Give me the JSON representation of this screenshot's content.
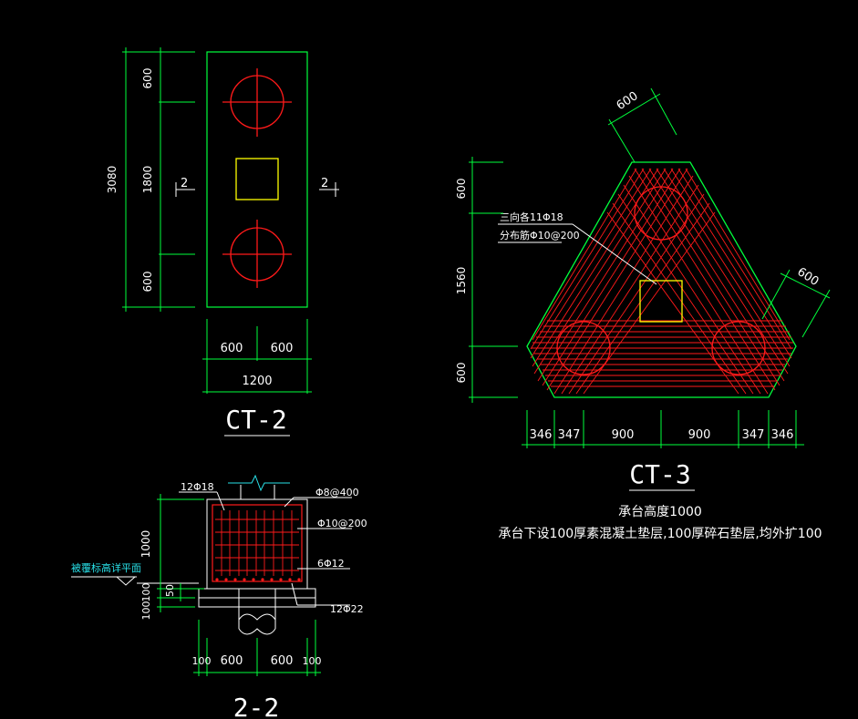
{
  "ct2": {
    "title": "CT-2",
    "dims_vertical": {
      "total": "3080",
      "top": "600",
      "mid": "1800",
      "bottom": "600"
    },
    "dims_horizontal": {
      "left": "600",
      "right": "600",
      "total": "1200"
    },
    "section_mark": "2"
  },
  "ct3": {
    "title": "CT-3",
    "dims_vertical": {
      "top": "600",
      "mid": "1560",
      "bottom": "600"
    },
    "dims_horizontal": [
      "346",
      "347",
      "900",
      "900",
      "347",
      "346"
    ],
    "dim_top_left": "600",
    "dim_right": "600",
    "rebar_label_1": "三向各11Φ18",
    "rebar_label_2": "分布筋Φ10@200",
    "note_1": "承台高度1000",
    "note_2": "承台下设100厚素混凝土垫层,100厚碎石垫层,均外扩100"
  },
  "section22": {
    "title": "2-2",
    "labels": {
      "top_bars": "12Φ18",
      "stirrup": "Φ8@400",
      "side_bars": "Φ10@200",
      "bottom_a": "6Φ12",
      "bottom_b": "12Φ22",
      "ground": "被覆标高详平面"
    },
    "dims_vertical": {
      "height": "1000",
      "d100a": "100",
      "d50": "50",
      "d100b": "100"
    },
    "dims_horizontal": [
      "100",
      "600",
      "600",
      "100"
    ]
  },
  "colors": {
    "background": "#000000",
    "outline": "#00ff3c",
    "rebar": "#ff1a1a",
    "column": "#ffff00",
    "text": "#ffffff",
    "callout": "#29e0e8"
  }
}
